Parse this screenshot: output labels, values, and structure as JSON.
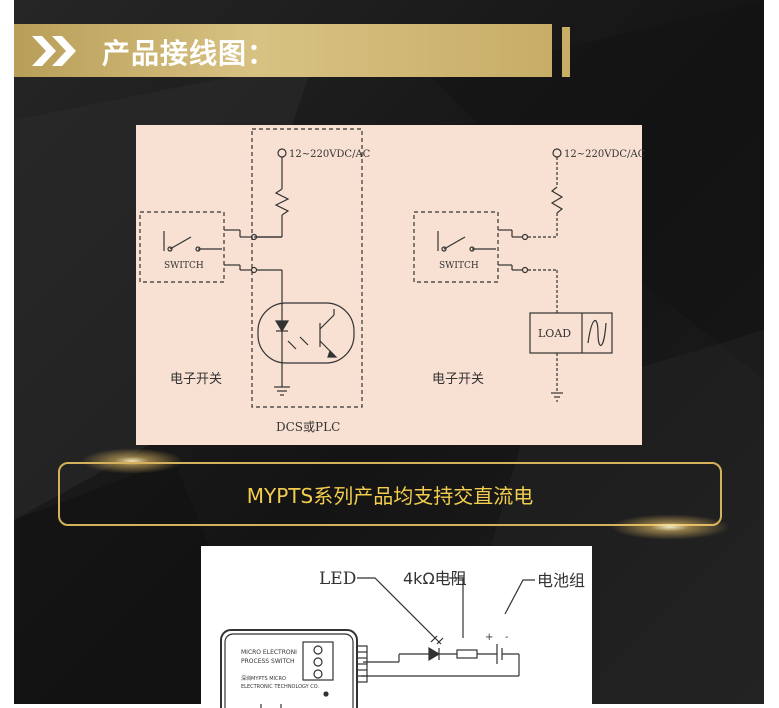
{
  "header": {
    "title": "产品接线图："
  },
  "wiring_diagram": {
    "left_supply_label": "12~220VDC/AC",
    "right_supply_label": "12~220VDC/AC",
    "left_switch_label": "SWITCH",
    "right_switch_label": "SWITCH",
    "left_caption": "电子开关",
    "right_caption": "电子开关",
    "plc_caption": "DCS或PLC",
    "load_label": "LOAD"
  },
  "info_banner": {
    "text": "MYPTS系列产品均支持交直流电"
  },
  "battery_diagram": {
    "led_label": "LED",
    "resistor_label": "4kΩ电阻",
    "battery_label": "电池组",
    "device_label_line1": "MICRO ELECTRONI",
    "device_label_line2": "PROCESS SWITCH",
    "device_label_line3": "深圳MYPTS MICRO",
    "device_label_line4": "ELECTRONIC TECHNOLOGY CO."
  },
  "colors": {
    "panel_dark": "#1a1a1a",
    "header_gold": "#c9ad66",
    "banner_border": "#d4b15a",
    "banner_text": "#f2cd4e",
    "diagram_bg": "#f8e1d3"
  }
}
